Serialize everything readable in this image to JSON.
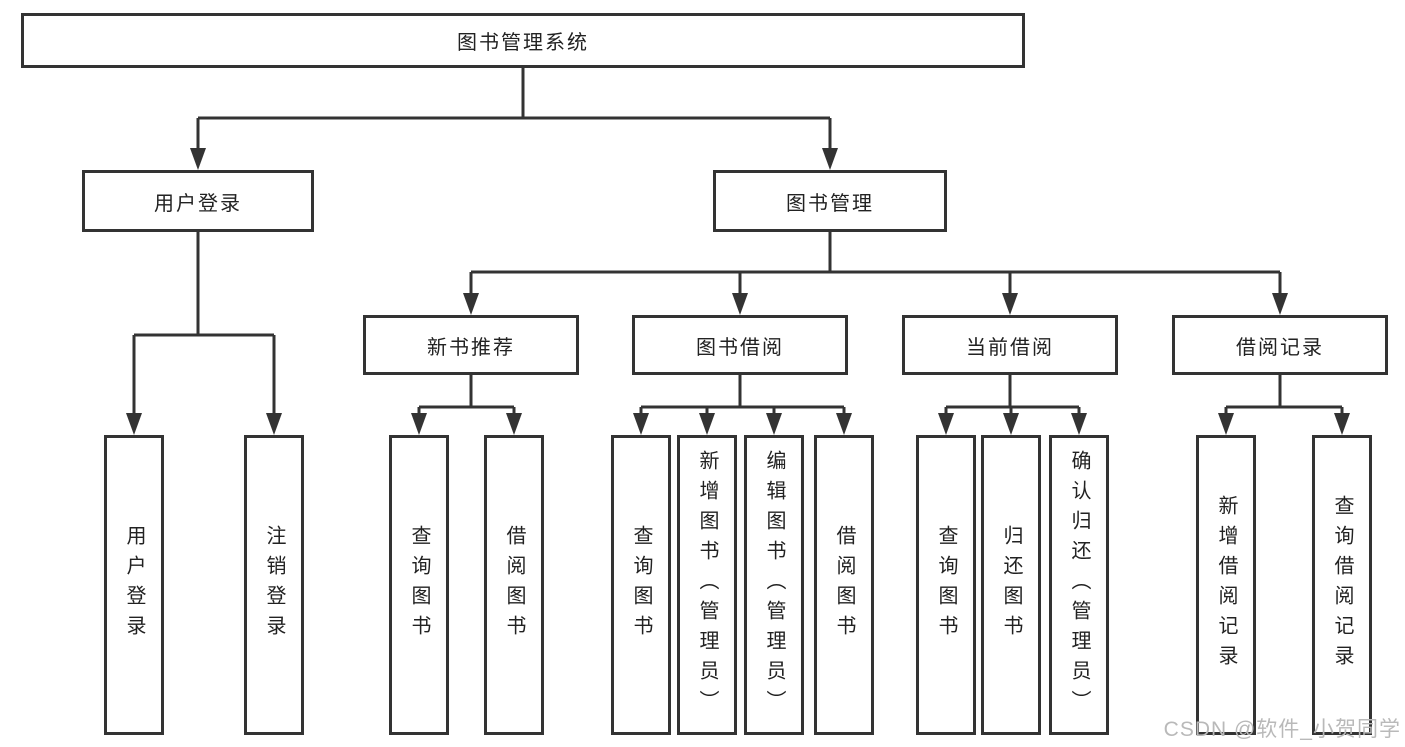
{
  "tree": {
    "label": "图书管理系统",
    "children": [
      {
        "label": "用户登录",
        "children": [
          {
            "label": "用户登录"
          },
          {
            "label": "注销登录"
          }
        ]
      },
      {
        "label": "图书管理",
        "children": [
          {
            "label": "新书推荐",
            "children": [
              {
                "label": "查询图书"
              },
              {
                "label": "借阅图书"
              }
            ]
          },
          {
            "label": "图书借阅",
            "children": [
              {
                "label": "查询图书"
              },
              {
                "label": "新增图书（管理员）"
              },
              {
                "label": "编辑图书（管理员）"
              },
              {
                "label": "借阅图书"
              }
            ]
          },
          {
            "label": "当前借阅",
            "children": [
              {
                "label": "查询图书"
              },
              {
                "label": "归还图书"
              },
              {
                "label": "确认归还（管理员）"
              }
            ]
          },
          {
            "label": "借阅记录",
            "children": [
              {
                "label": "新增借阅记录"
              },
              {
                "label": "查询借阅记录"
              }
            ]
          }
        ]
      }
    ]
  },
  "watermark": {
    "text": "CSDN @软件_小贺同学"
  },
  "colors": {
    "line": "#333333",
    "text": "#222222",
    "background": "#ffffff",
    "watermark": "#b9b9b9"
  }
}
